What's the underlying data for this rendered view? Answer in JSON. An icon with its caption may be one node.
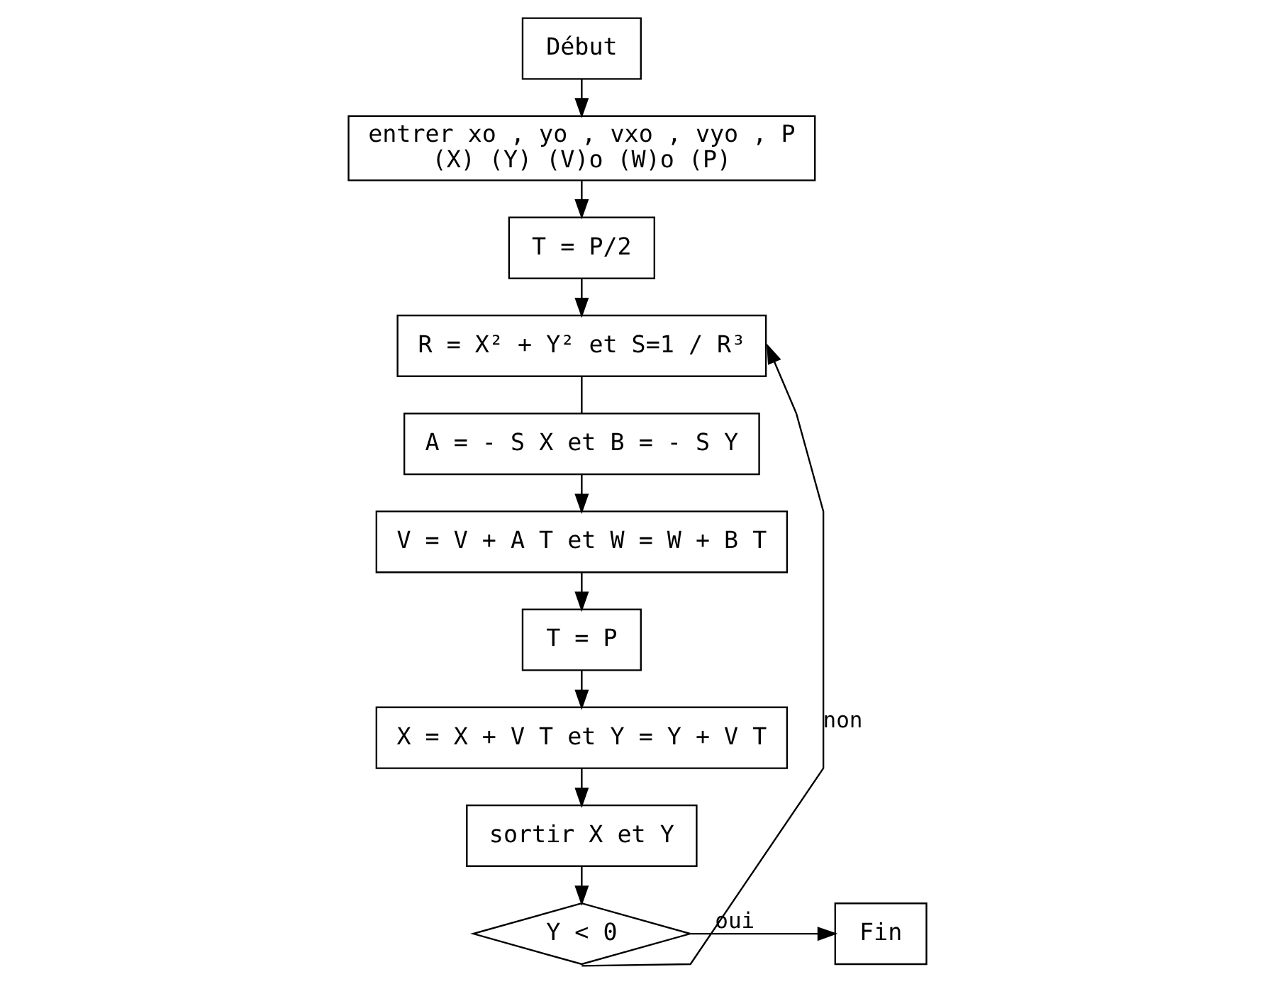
{
  "diagram": {
    "nodes": [
      {
        "text": [
          "Début"
        ]
      },
      {
        "text": [
          "entrer xo , yo , vxo , vyo , P",
          "(X) (Y) (V)o (W)o (P)"
        ]
      },
      {
        "text": [
          "T = P/2"
        ]
      },
      {
        "text": [
          "R = X² + Y² et S=1 / R³"
        ]
      },
      {
        "text": [
          "A = - S X et B = - S Y"
        ]
      },
      {
        "text": [
          "V = V + A T et W = W + B T"
        ]
      },
      {
        "text": [
          "T = P"
        ]
      },
      {
        "text": [
          "X = X + V T et Y = Y + V T"
        ]
      },
      {
        "text": [
          "sortir X et Y"
        ]
      },
      {
        "text": [
          "Y < 0"
        ]
      },
      {
        "text": [
          "Fin"
        ]
      }
    ],
    "edges": [
      {
        "from": 0,
        "to": 1,
        "arrow": "to"
      },
      {
        "from": 1,
        "to": 2,
        "arrow": "to"
      },
      {
        "from": 2,
        "to": 3,
        "arrow": "to"
      },
      {
        "from": 3,
        "to": 4,
        "arrow": "none"
      },
      {
        "from": 4,
        "to": 5,
        "arrow": "to"
      },
      {
        "from": 5,
        "to": 6,
        "arrow": "to"
      },
      {
        "from": 6,
        "to": 7,
        "arrow": "to"
      },
      {
        "from": 7,
        "to": 8,
        "arrow": "to"
      },
      {
        "from": 8,
        "to": 9,
        "arrow": "to"
      },
      {
        "from": 9,
        "to": 10,
        "label": "oui",
        "arrow": "to"
      },
      {
        "from": 9,
        "to": 3,
        "label": "non",
        "arrow": "to"
      }
    ]
  }
}
